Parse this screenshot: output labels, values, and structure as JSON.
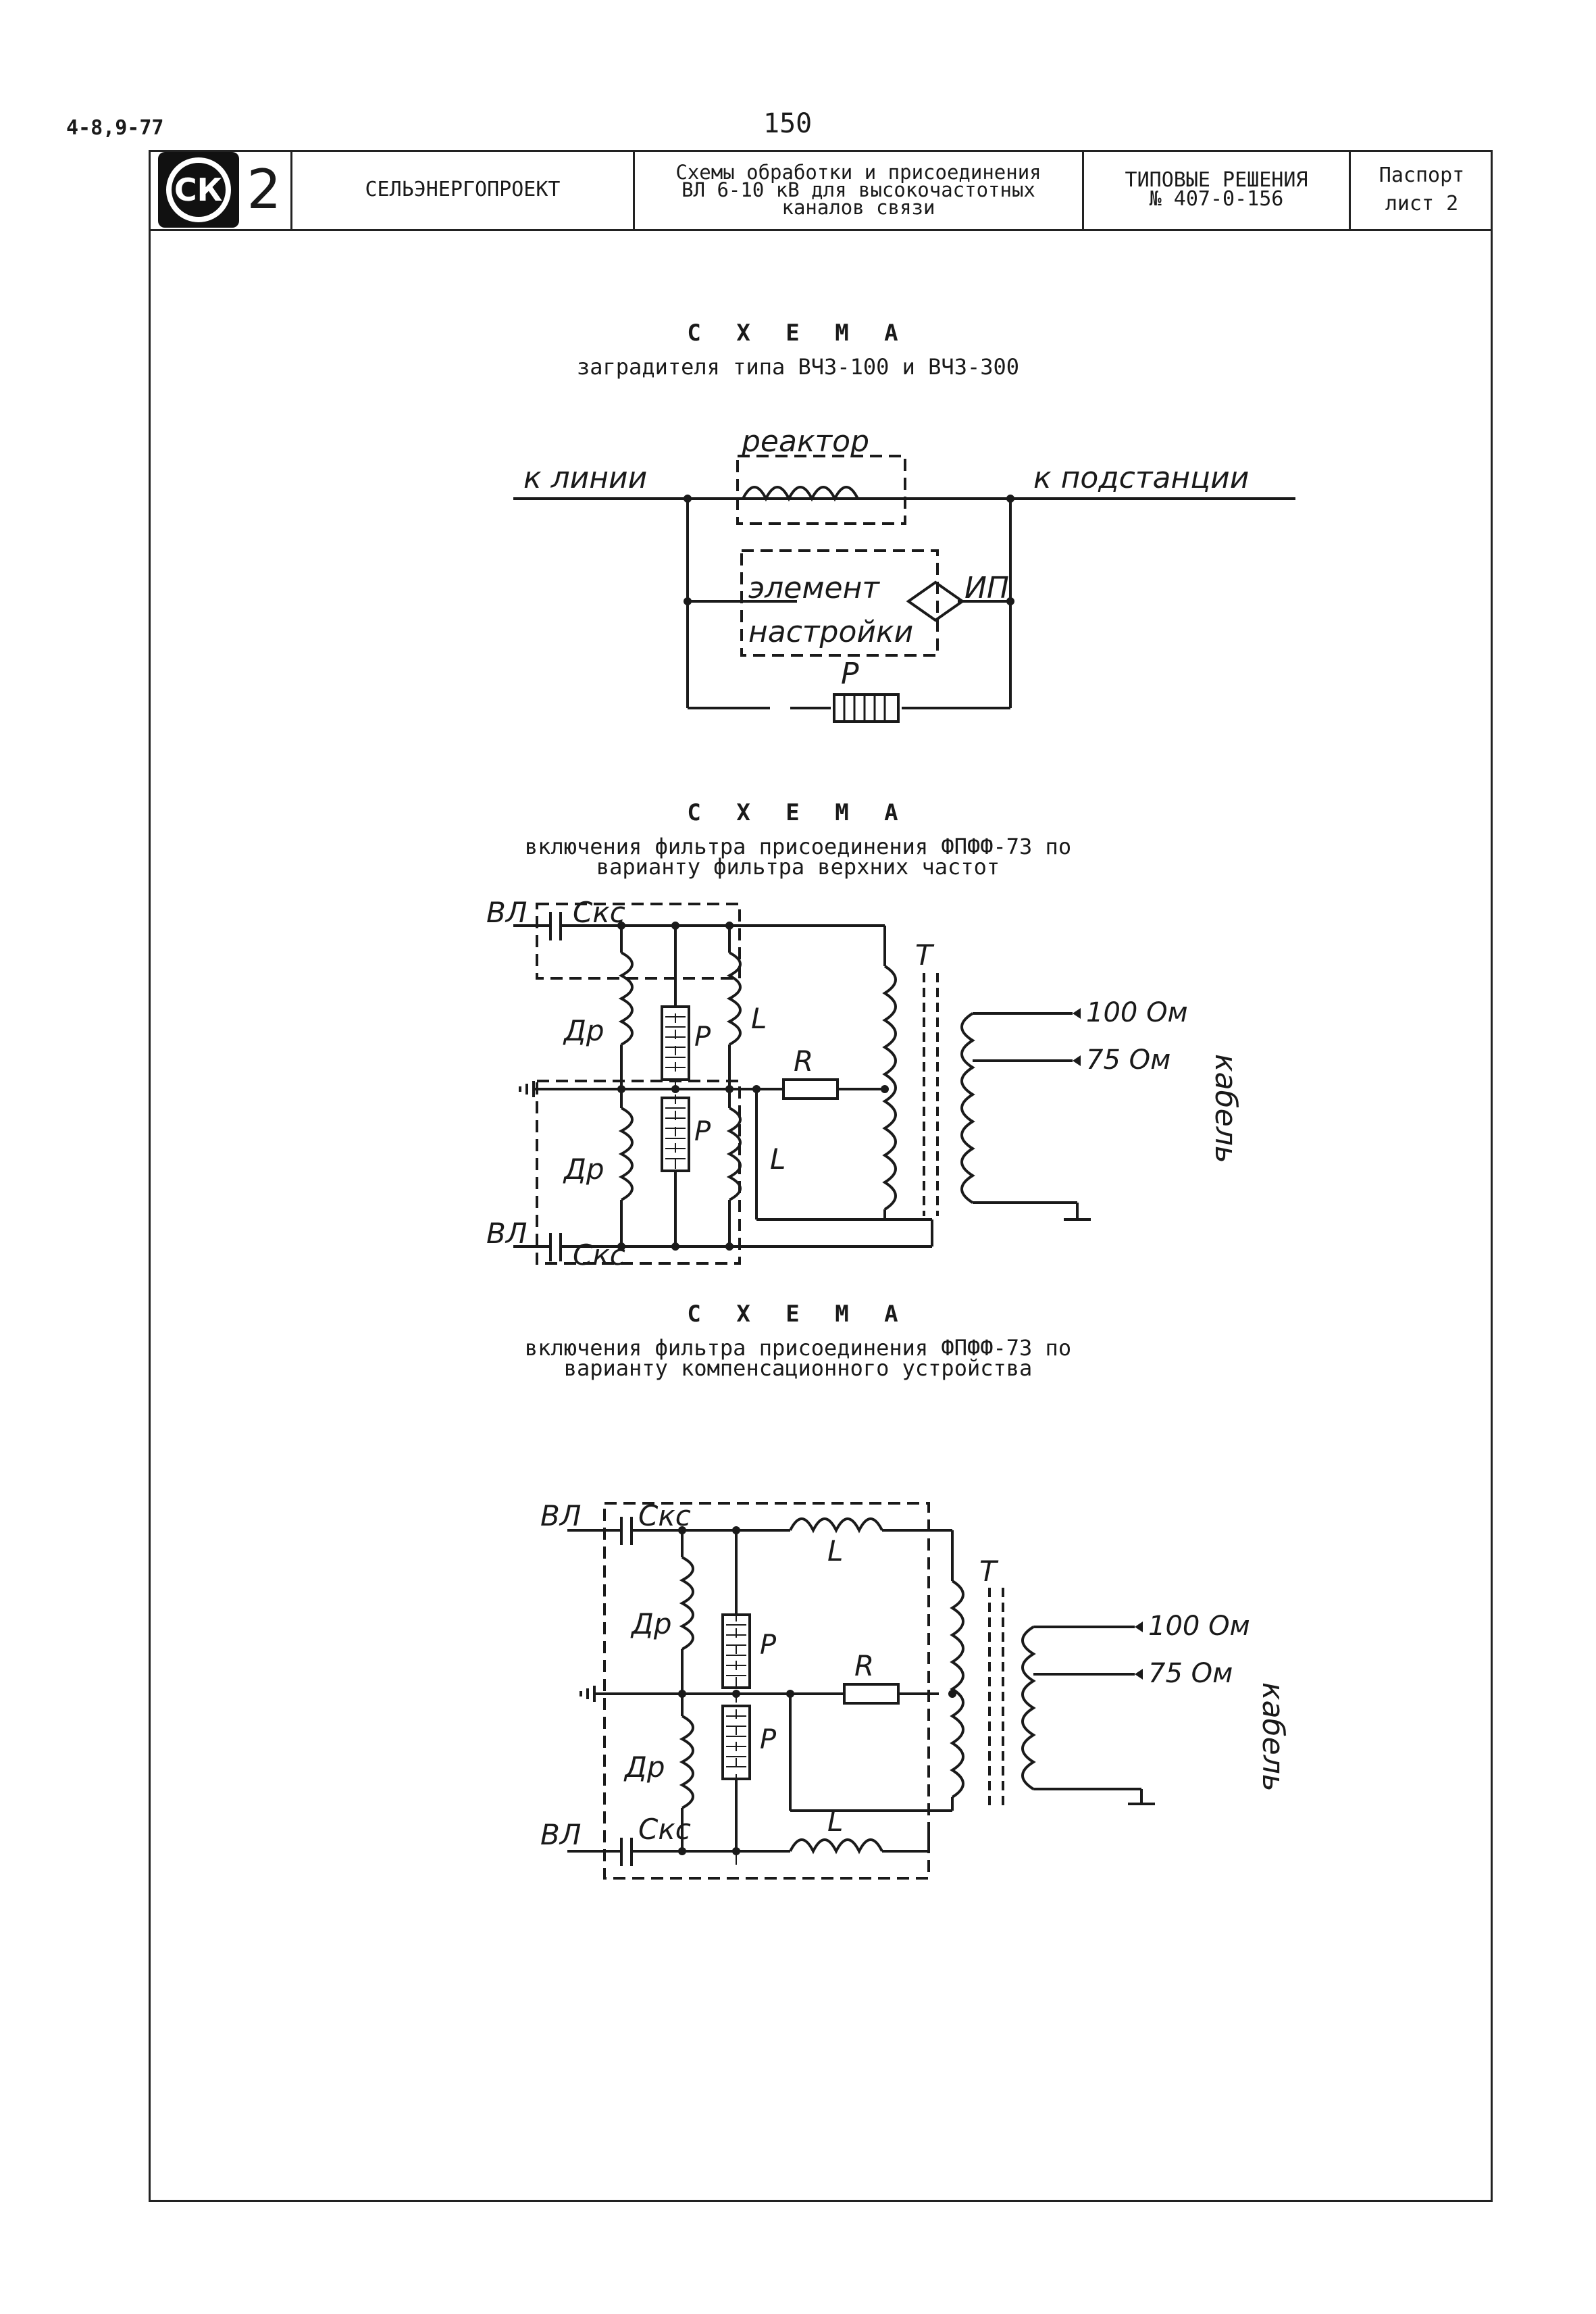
{
  "page": {
    "doc_code": "4-8,9-77",
    "page_number": "150"
  },
  "title_block": {
    "logo_letters": "СК",
    "logo_number": "2",
    "organization": "СЕЛЬЭНЕРГОПРОЕКТ",
    "description": "Схемы обработки и присоединения\nВЛ 6-10 кВ для высокочастотных\nканалов связи",
    "series_title": "ТИПОВЫЕ РЕШЕНИЯ",
    "series_number": "№ 407-0-156",
    "sheet_type": "Паспорт",
    "sheet_number": "лист 2"
  },
  "diagrams": [
    {
      "heading": "С Х Е М А",
      "subtitle": "заградителя типа ВЧЗ-100 и ВЧЗ-300",
      "labels": {
        "reactor": "реактор",
        "to_line": "к линии",
        "to_substation": "к подстанции",
        "tuning_element_1": "элемент",
        "tuning_element_2": "настройки",
        "protection_device": "ИП",
        "arrester": "Р"
      }
    },
    {
      "heading": "С Х Е М А",
      "subtitle": "включения фильтра присоединения ФПФФ-73 по\nварианту фильтра верхних частот",
      "labels": {
        "line_top": "ВЛ",
        "cap_top": "Скс",
        "line_bottom": "ВЛ",
        "cap_bottom": "Скс",
        "drain_top": "Др",
        "drain_bottom": "Др",
        "arrester_top": "Р",
        "arrester_bottom": "Р",
        "inductor_top": "L",
        "inductor_bottom": "L",
        "resistor": "R",
        "transformer": "Т",
        "tap_100": "100 Ом",
        "tap_75": "75 Ом",
        "cable": "кабель"
      }
    },
    {
      "heading": "С Х Е М А",
      "subtitle": "включения фильтра присоединения  ФПФФ-73 по\nварианту компенсационного устройства",
      "labels": {
        "line_top": "ВЛ",
        "cap_top": "Скс",
        "line_bottom": "ВЛ",
        "cap_bottom": "Скс",
        "drain_top": "Др",
        "drain_bottom": "Др",
        "arrester_top": "Р",
        "arrester_bottom": "Р",
        "inductor_top": "L",
        "inductor_bottom": "L",
        "resistor": "R",
        "transformer": "Т",
        "tap_100": "100 Ом",
        "tap_75": "75 Ом",
        "cable": "кабель"
      }
    }
  ]
}
